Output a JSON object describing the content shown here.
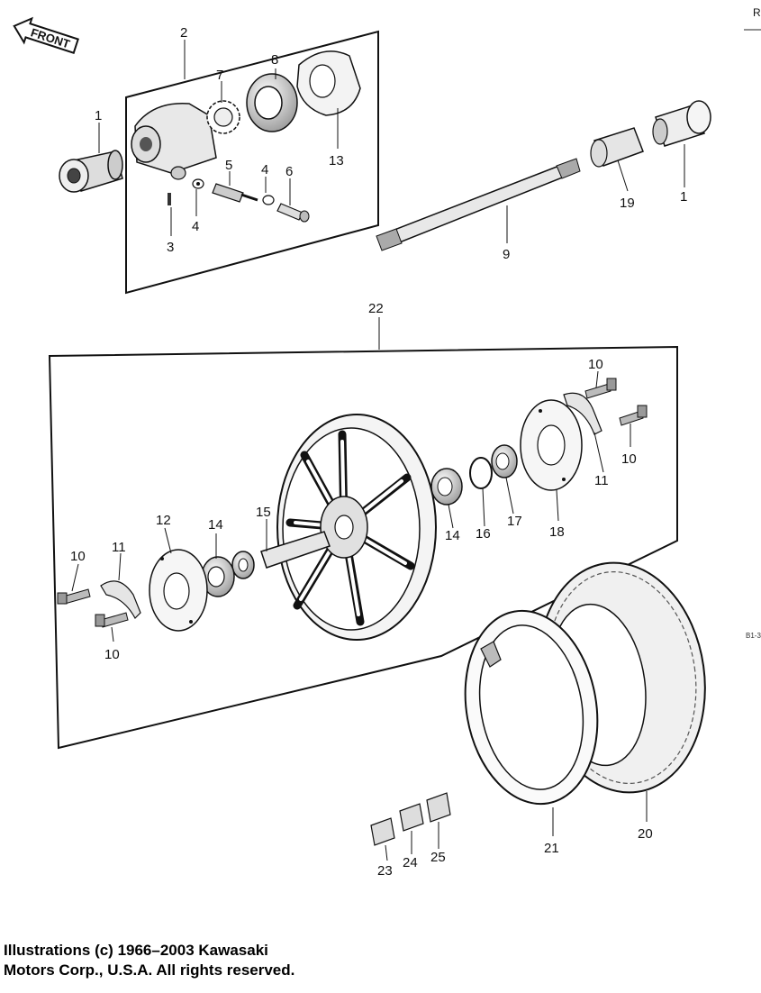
{
  "front_arrow": {
    "label": "FRONT"
  },
  "edge_marks": {
    "top_right": "R",
    "right_side": "B1-3"
  },
  "callouts": {
    "c1a": "1",
    "c2": "2",
    "c7": "7",
    "c8": "8",
    "c13": "13",
    "c5": "5",
    "c4a": "4",
    "c6": "6",
    "c3": "3",
    "c4b": "4",
    "c19": "19",
    "c1b": "1",
    "c9": "9",
    "c22": "22",
    "c10a": "10",
    "c10b": "10",
    "c11a": "11",
    "c18": "18",
    "c17": "17",
    "c16": "16",
    "c14a": "14",
    "c15": "15",
    "c12": "12",
    "c14b": "14",
    "c11b": "11",
    "c10c": "10",
    "c10d": "10",
    "c20": "20",
    "c21": "21",
    "c23": "23",
    "c24": "24",
    "c25": "25"
  },
  "copyright": {
    "line1": "Illustrations (c) 1966–2003 Kawasaki",
    "line2": "Motors Corp., U.S.A.  All rights reserved."
  }
}
